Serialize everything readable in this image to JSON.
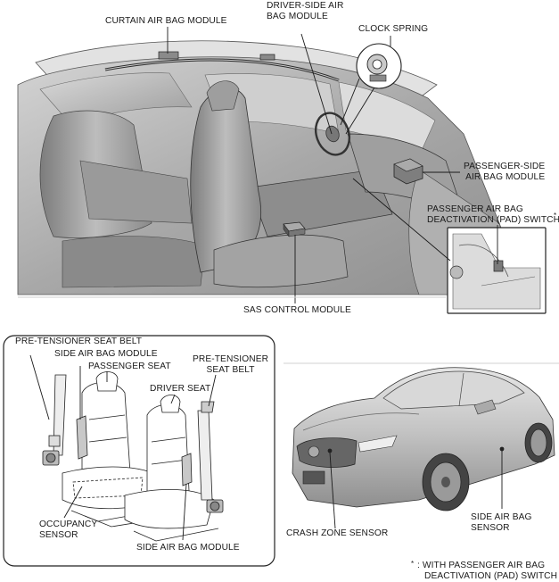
{
  "labels": {
    "curtain_air_bag_module": "CURTAIN AIR BAG MODULE",
    "driver_side_air_bag_module_l1": "DRIVER-SIDE AIR",
    "driver_side_air_bag_module_l2": "BAG MODULE",
    "clock_spring": "CLOCK SPRING",
    "passenger_side_air_bag_module_l1": "PASSENGER-SIDE",
    "passenger_side_air_bag_module_l2": "AIR BAG MODULE",
    "pad_switch_l1": "PASSENGER AIR BAG",
    "pad_switch_l2": "DEACTIVATION (PAD) SWITCH",
    "pad_switch_mark": "*",
    "sas_control_module": "SAS CONTROL MODULE",
    "pre_tensioner_seat_belt_left": "PRE-TENSIONER SEAT BELT",
    "side_air_bag_module_top": "SIDE AIR BAG MODULE",
    "passenger_seat": "PASSENGER SEAT",
    "driver_seat": "DRIVER SEAT",
    "pre_tensioner_right_l1": "PRE-TENSIONER",
    "pre_tensioner_right_l2": "SEAT BELT",
    "occupancy_sensor_l1": "OCCUPANCY",
    "occupancy_sensor_l2": "SENSOR",
    "side_air_bag_module_bottom": "SIDE AIR BAG MODULE",
    "crash_zone_sensor": "CRASH ZONE SENSOR",
    "side_air_bag_sensor_l1": "SIDE AIR BAG",
    "side_air_bag_sensor_l2": "SENSOR",
    "footnote_mark": "*",
    "footnote_l1": ": WITH PASSENGER AIR BAG",
    "footnote_l2": "DEACTIVATION (PAD) SWITCH"
  },
  "colors": {
    "line": "#1a1a1a",
    "shade_dark": "#8a8a8a",
    "shade_mid": "#b4b4b4",
    "shade_light": "#d8d8d8",
    "car_body": "#c6c6c6"
  }
}
